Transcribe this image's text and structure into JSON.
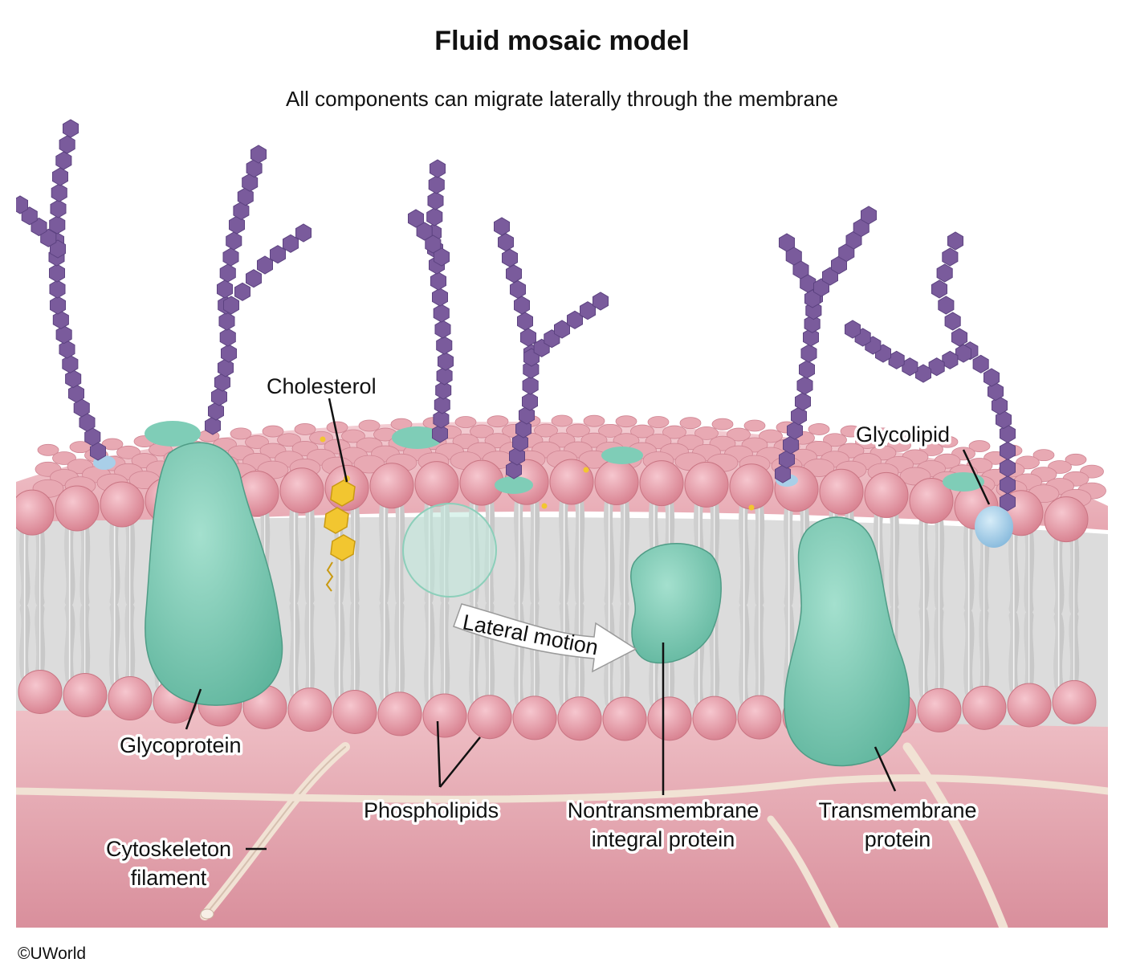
{
  "title": "Fluid mosaic model",
  "subtitle": "All components can migrate laterally through the membrane",
  "labels": {
    "cholesterol": "Cholesterol",
    "glycolipid": "Glycolipid",
    "glycoprotein": "Glycoprotein",
    "lateral_motion": "Lateral motion",
    "phospholipids": "Phospholipids",
    "nontransmembrane_line1": "Nontransmembrane",
    "nontransmembrane_line2": "integral protein",
    "transmembrane_line1": "Transmembrane",
    "transmembrane_line2": "protein",
    "cytoskeleton_line1": "Cytoskeleton",
    "cytoskeleton_line2": "filament"
  },
  "copyright": "©UWorld",
  "colors": {
    "phospholipid_head": "#e39aa6",
    "phospholipid_tail": "#f2f2f2",
    "protein": "#7fcdb7",
    "carbohydrate": "#7a5b9c",
    "cholesterol": "#f2c630",
    "glycolipid_head": "#a9cfe8",
    "cytoplasm": "#e6aab2"
  }
}
